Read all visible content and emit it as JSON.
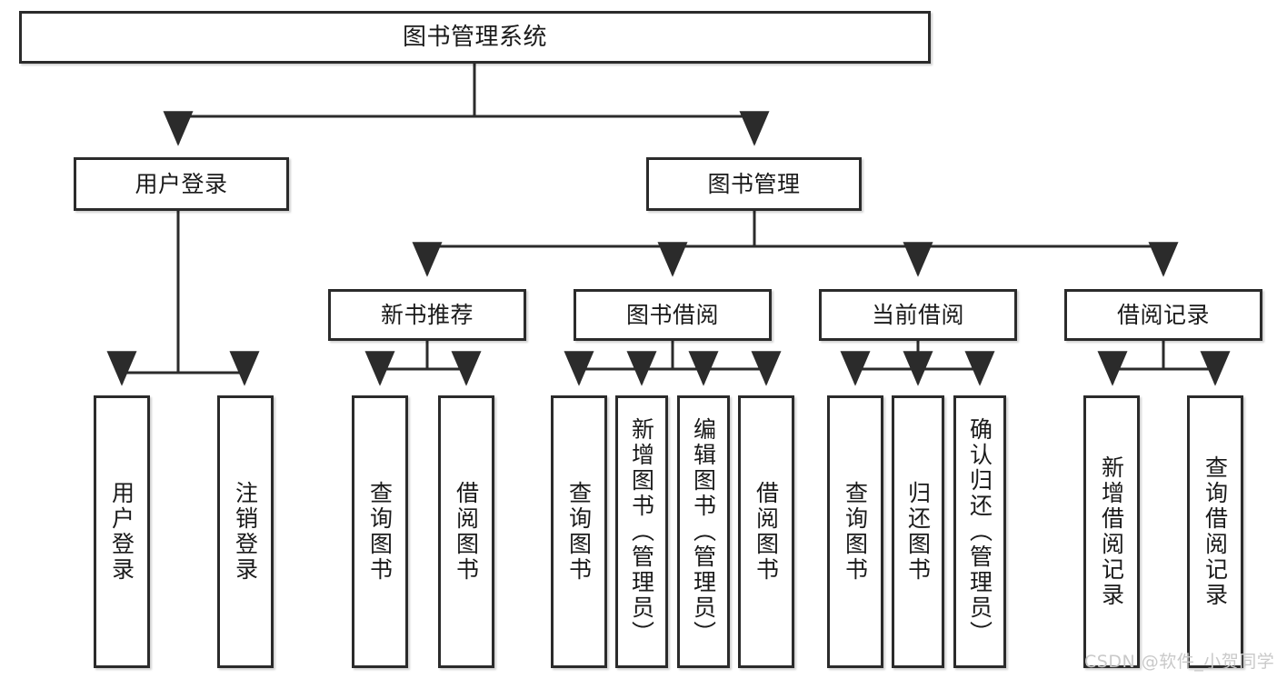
{
  "diagram": {
    "title": "图书管理系统",
    "type": "功能结构图",
    "colors": {
      "stroke": "#2b2b2b",
      "fill": "#ffffff",
      "text": "#1a1a1a",
      "watermark": "#c9c9c9"
    }
  },
  "nodes": {
    "root": {
      "label": "图书管理系统"
    },
    "level2": [
      {
        "id": "user-login",
        "label": "用户登录"
      },
      {
        "id": "book-manage",
        "label": "图书管理"
      }
    ],
    "level3": [
      {
        "id": "new-book-rec",
        "label": "新书推荐"
      },
      {
        "id": "book-borrow",
        "label": "图书借阅"
      },
      {
        "id": "current-borrow",
        "label": "当前借阅"
      },
      {
        "id": "borrow-record",
        "label": "借阅记录"
      }
    ],
    "leaves": [
      {
        "id": "leaf-user-login",
        "label": "用户登录"
      },
      {
        "id": "leaf-logout-login",
        "label": "注销登录"
      },
      {
        "id": "leaf-query-book-1",
        "label": "查询图书"
      },
      {
        "id": "leaf-borrow-book-1",
        "label": "借阅图书"
      },
      {
        "id": "leaf-query-book-2",
        "label": "查询图书"
      },
      {
        "id": "leaf-add-book-admin",
        "label": "新增图书（管理员）"
      },
      {
        "id": "leaf-edit-book-admin",
        "label": "编辑图书（管理员）"
      },
      {
        "id": "leaf-borrow-book-2",
        "label": "借阅图书"
      },
      {
        "id": "leaf-query-book-3",
        "label": "查询图书"
      },
      {
        "id": "leaf-return-book",
        "label": "归还图书"
      },
      {
        "id": "leaf-confirm-return-admin",
        "label": "确认归还（管理员）"
      },
      {
        "id": "leaf-add-borrow-record",
        "label": "新增借阅记录"
      },
      {
        "id": "leaf-query-borrow-record",
        "label": "查询借阅记录"
      }
    ]
  },
  "watermark": {
    "text": "CSDN @软件_小贺同学"
  }
}
